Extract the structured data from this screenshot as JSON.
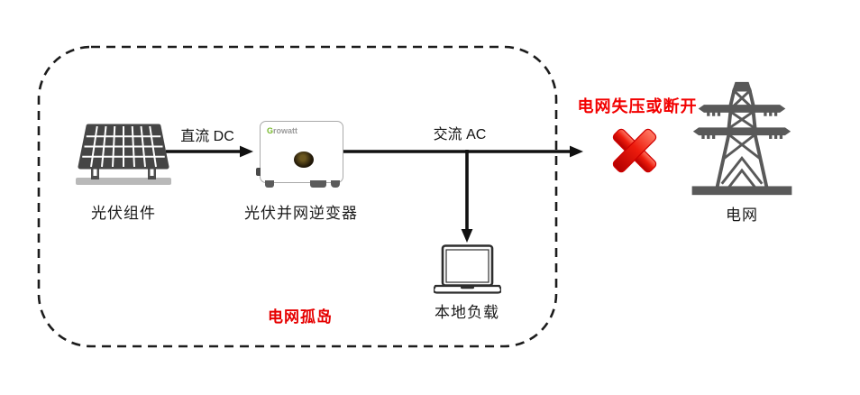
{
  "island": {
    "label": "电网孤岛"
  },
  "nodes": {
    "pv_module": {
      "label": "光伏组件"
    },
    "inverter": {
      "label": "光伏并网逆变器",
      "brand_g": "G",
      "brand_rest": "rowatt"
    },
    "local_load": {
      "label": "本地负载"
    },
    "grid": {
      "label": "电网"
    }
  },
  "links": {
    "dc": {
      "label": "直流 DC"
    },
    "ac": {
      "label": "交流 AC"
    }
  },
  "fault": {
    "label": "电网失压或断开",
    "marker": "cross-mark"
  },
  "colors": {
    "island_red": "#e60000",
    "fault_red": "#f20000",
    "icon_gray": "#595959",
    "line_black": "#111111",
    "growatt_green": "#76b82a",
    "background": "#ffffff"
  }
}
